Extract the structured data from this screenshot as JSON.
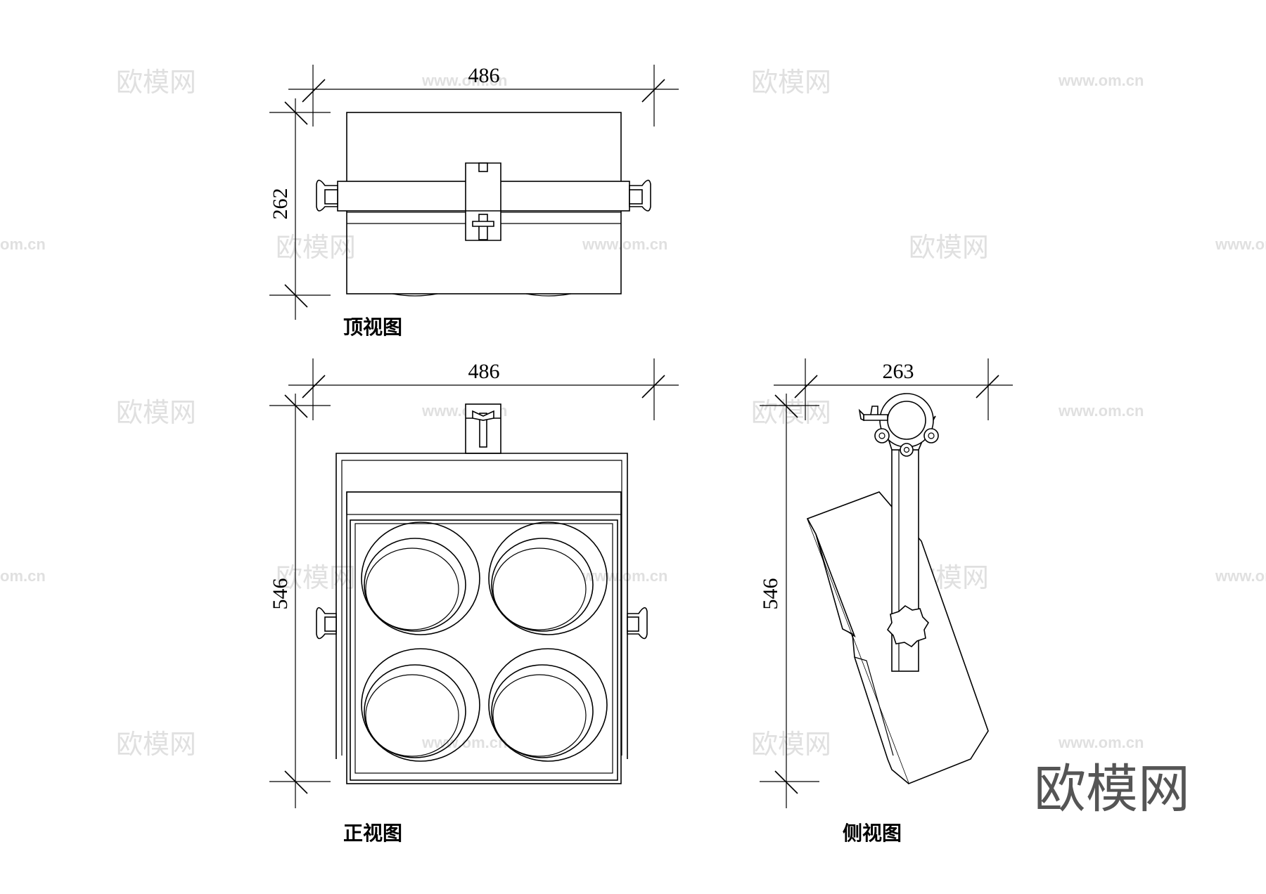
{
  "views": {
    "top": {
      "caption": "顶视图",
      "width_label": "486",
      "height_label": "262"
    },
    "front": {
      "caption": "正视图",
      "width_label": "486",
      "height_label": "546"
    },
    "side": {
      "caption": "侧视图",
      "width_label": "263",
      "height_label": "546"
    }
  },
  "watermark": {
    "brand": "欧模网",
    "url": "www.om.cn",
    "url_short": "om.cn"
  }
}
